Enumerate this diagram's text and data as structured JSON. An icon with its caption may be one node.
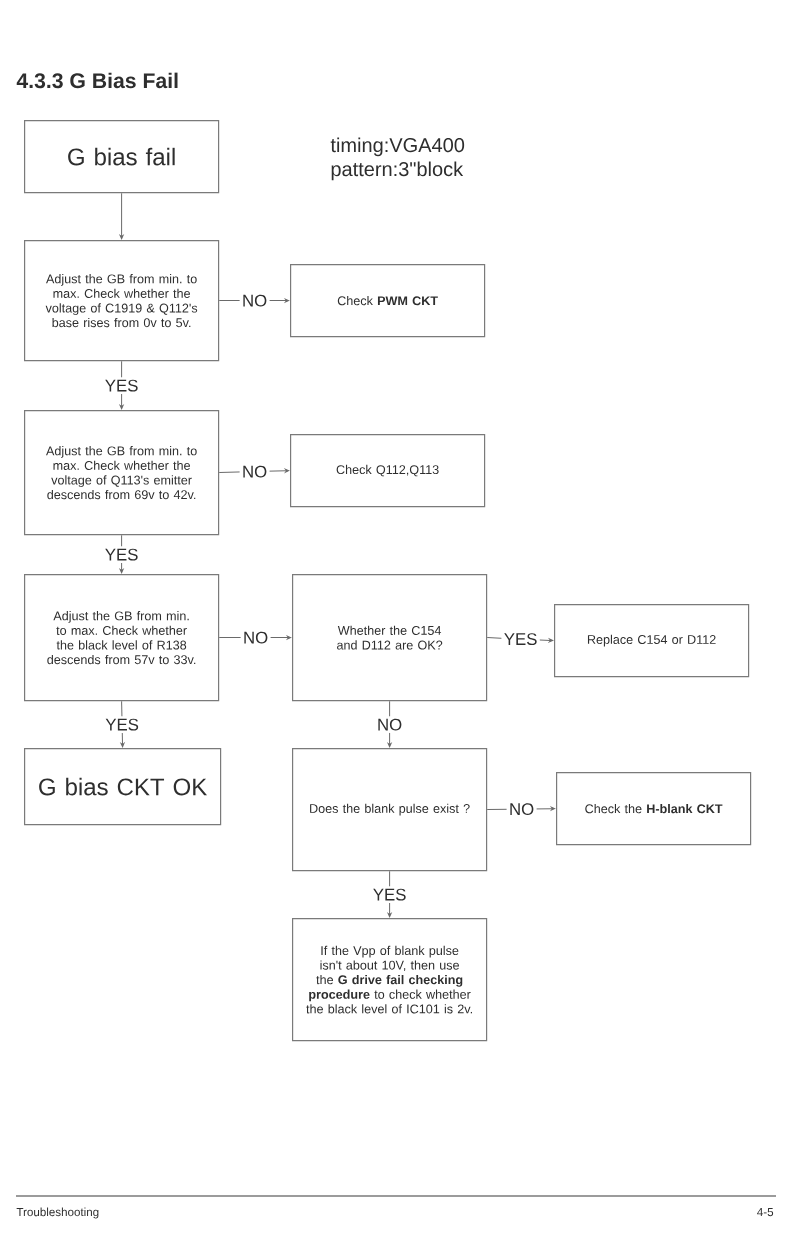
{
  "diagram": {
    "title": "4.3.3 G Bias Fail",
    "nodes": [
      {
        "text": [
          "G bias fail"
        ]
      },
      {
        "text": [
          "Adjust the GB from min. to max. Check whether the voltage of C1919 & Q112's base rises from 0v to 5v."
        ]
      },
      {
        "text": [
          "Check **PWM CKT**"
        ]
      },
      {
        "text": [
          "Adjust the GB from min. to max. Check whether the voltage of Q113's emitter descends from 69v to 42v."
        ]
      },
      {
        "text": [
          "Check Q112,Q113"
        ]
      },
      {
        "text": [
          "Adjust the GB from min. to max. Check whether the black level of R138 descends from 57v to 33v."
        ]
      },
      {
        "text": [
          "Whether the C154 and D112 are OK?"
        ]
      },
      {
        "text": [
          "Replace C154 or D112"
        ]
      },
      {
        "text": [
          "G bias CKT OK"
        ]
      },
      {
        "text": [
          "Does the blank pulse exist ?"
        ]
      },
      {
        "text": [
          "Check the **H-blank CKT**"
        ]
      },
      {
        "text": [
          "If the Vpp of blank pulse isn't about 10V, then use the **G drive fail checking procedure** to check whether the black level of IC101 is 2v."
        ]
      }
    ],
    "edges": [
      {
        "from": 0,
        "to": 1,
        "arrow": "to"
      },
      {
        "from": 1,
        "to": 2,
        "arrow": "to",
        "label": "NO"
      },
      {
        "from": 1,
        "to": 3,
        "arrow": "to",
        "label": "YES"
      },
      {
        "from": 3,
        "to": 4,
        "arrow": "to",
        "label": "NO"
      },
      {
        "from": 3,
        "to": 5,
        "arrow": "to",
        "label": "YES"
      },
      {
        "from": 5,
        "to": 6,
        "arrow": "to",
        "label": "NO"
      },
      {
        "from": 6,
        "to": 7,
        "arrow": "to",
        "label": "YES"
      },
      {
        "from": 5,
        "to": 8,
        "arrow": "to",
        "label": "YES"
      },
      {
        "from": 6,
        "to": 9,
        "arrow": "to",
        "label": "NO"
      },
      {
        "from": 9,
        "to": 10,
        "arrow": "to",
        "label": "NO"
      },
      {
        "from": 9,
        "to": 11,
        "arrow": "to",
        "label": "YES"
      }
    ],
    "labels": [
      "timing:VGA400",
      "pattern:3\"block",
      "Troubleshooting",
      "4-5"
    ]
  }
}
